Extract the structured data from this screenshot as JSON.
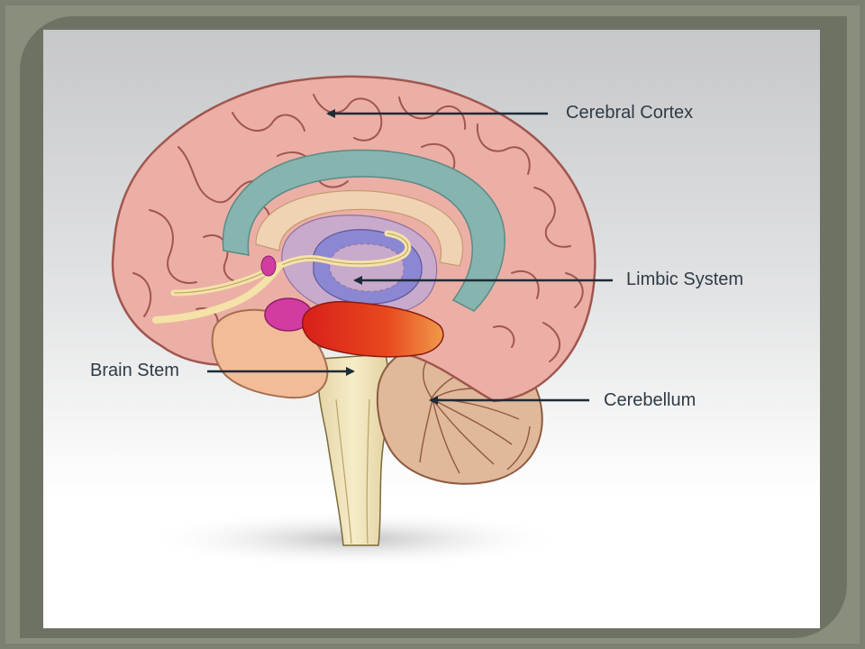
{
  "labels": {
    "cerebral_cortex": "Cerebral Cortex",
    "limbic_system": "Limbic System",
    "brain_stem": "Brain Stem",
    "cerebellum": "Cerebellum"
  },
  "colors": {
    "cortex": "#ebafa5",
    "cortex_outline": "#a0564f",
    "cingulate": "#86b5b0",
    "corpus_callosum": "#f0d2b4",
    "limbic_violet": "#8c87d2",
    "limbic_lavender": "#c8aacc",
    "amygdala": "#d23ca0",
    "basal_red": "#e0321e",
    "temporal": "#f2bc98",
    "brainstem": "#f2e6be",
    "cerebellum": "#e0b89a",
    "arrow": "#1d2b36"
  }
}
